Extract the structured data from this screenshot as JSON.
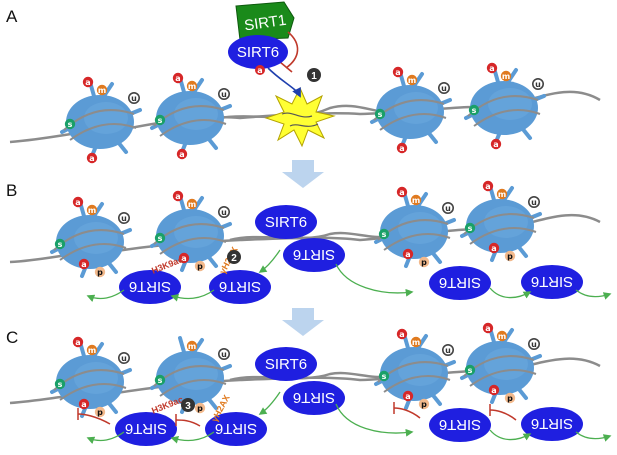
{
  "panels": [
    "A",
    "B",
    "C"
  ],
  "labels": {
    "sirt1": "SIRT1",
    "sirt6": "SIRT6",
    "h3k9ac": "H3K9ac",
    "gamma_h2ax": "γH2AX"
  },
  "mods": {
    "acetyl": "a",
    "methyl": "m",
    "ubiquitin": "u",
    "sumo": "s",
    "phospho": "p"
  },
  "steps": [
    "1",
    "2",
    "3"
  ],
  "colors": {
    "nucleosome": "#5b9bd5",
    "sirt6": "#1f1fe0",
    "sirt1": "#1a8a1a",
    "acetyl": "#d62728",
    "methyl": "#e07a1f",
    "ubiquitin": "#444444",
    "sumo": "#1aa068",
    "phospho": "#f2b98c",
    "dna": "#8c8c8c",
    "damage": "#ffff33",
    "recruit_arrow": "#4caf50",
    "inhibit": "#c0392b",
    "down_arrow": "#bcd4ee"
  }
}
